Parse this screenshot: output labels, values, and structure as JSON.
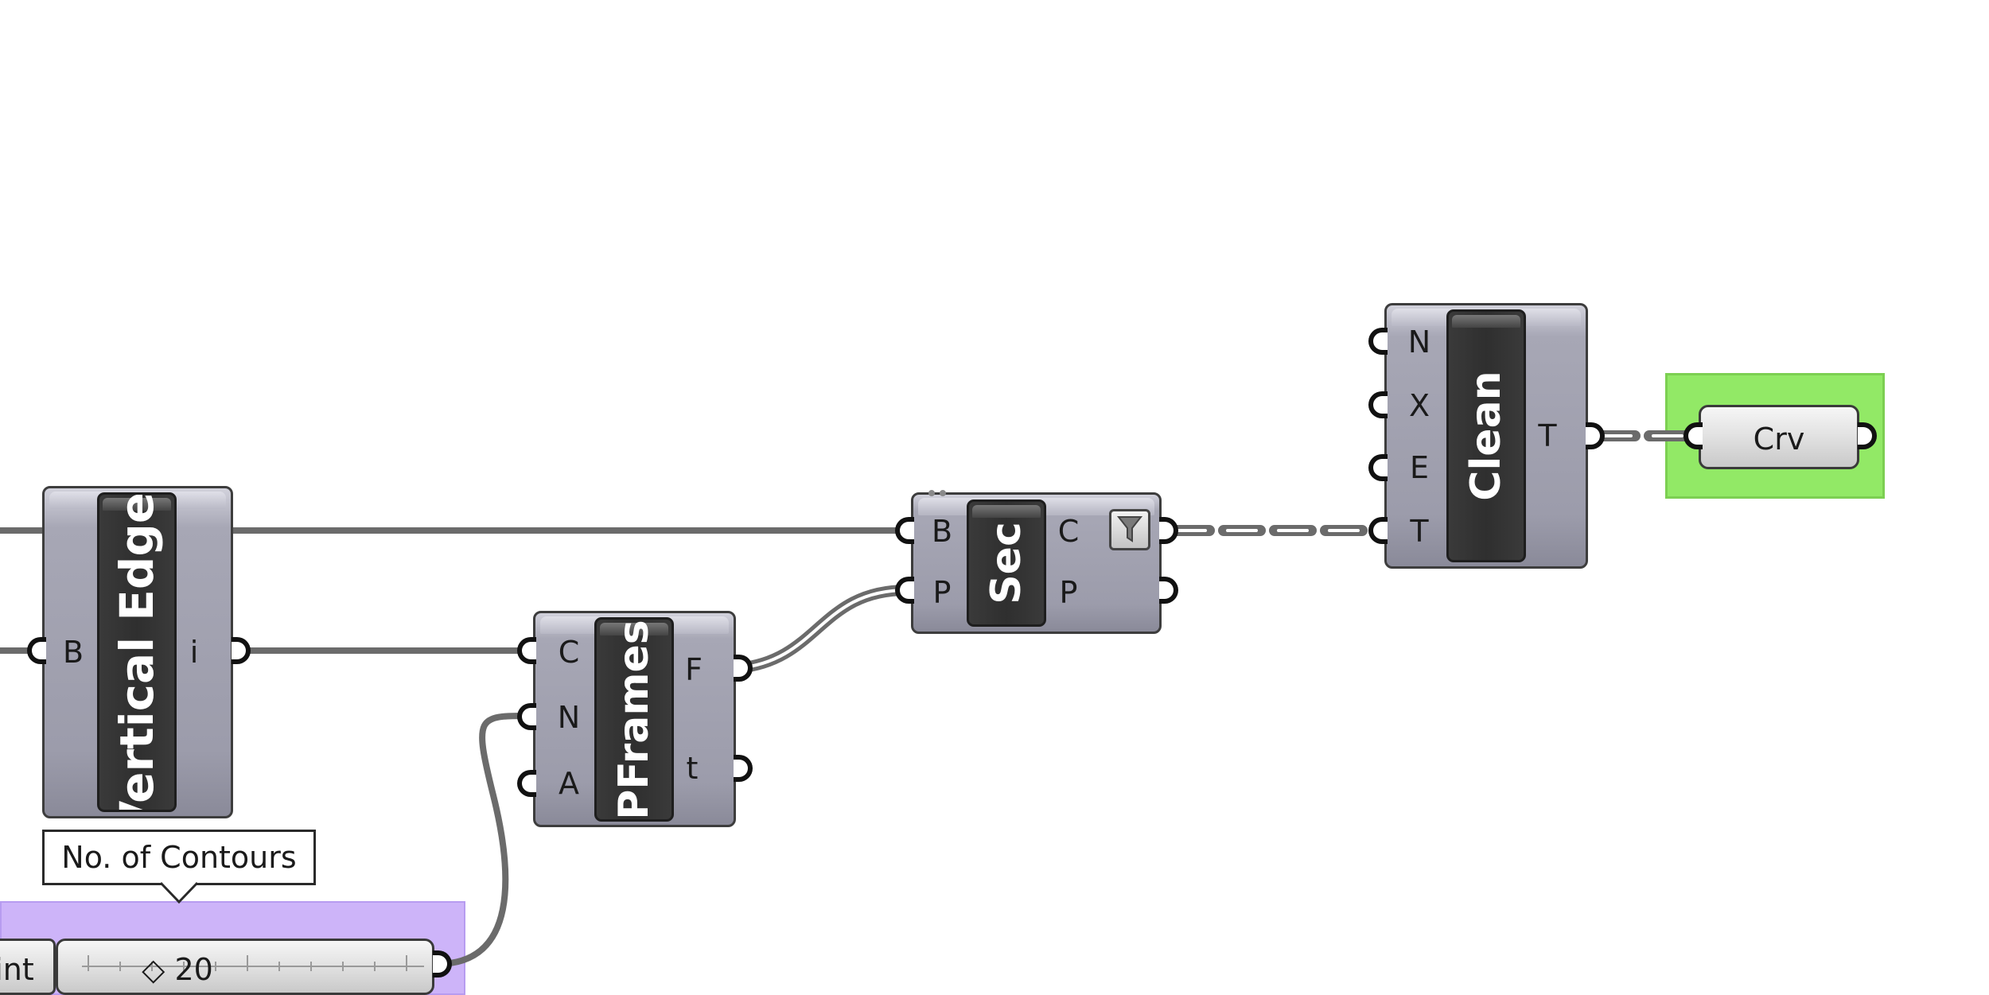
{
  "canvas": {
    "background": "#ffffff"
  },
  "components": {
    "vertical_edge": {
      "name": "Vertical Edge*",
      "inputs": [
        "B"
      ],
      "outputs": [
        "i"
      ]
    },
    "pframes": {
      "name": "PFrames",
      "inputs": [
        "C",
        "N",
        "A"
      ],
      "outputs": [
        "F",
        "t"
      ]
    },
    "sec": {
      "name": "Sec",
      "inputs": [
        "B",
        "P"
      ],
      "outputs": [
        "C",
        "P"
      ],
      "icon": "filter-icon"
    },
    "clean": {
      "name": "Clean",
      "inputs": [
        "N",
        "X",
        "E",
        "T"
      ],
      "outputs": [
        "T"
      ]
    }
  },
  "params": {
    "crv": {
      "label": "Crv"
    }
  },
  "slider": {
    "name_fragment": "int",
    "value": "◇ 20",
    "tooltip": "No. of Contours"
  },
  "colors": {
    "component_body": "#9c9cab",
    "name_band": "#2f2f2f",
    "wire": "#6b6b6b",
    "slider_group": "#cdb4f9",
    "panel_group": "#92e966"
  }
}
